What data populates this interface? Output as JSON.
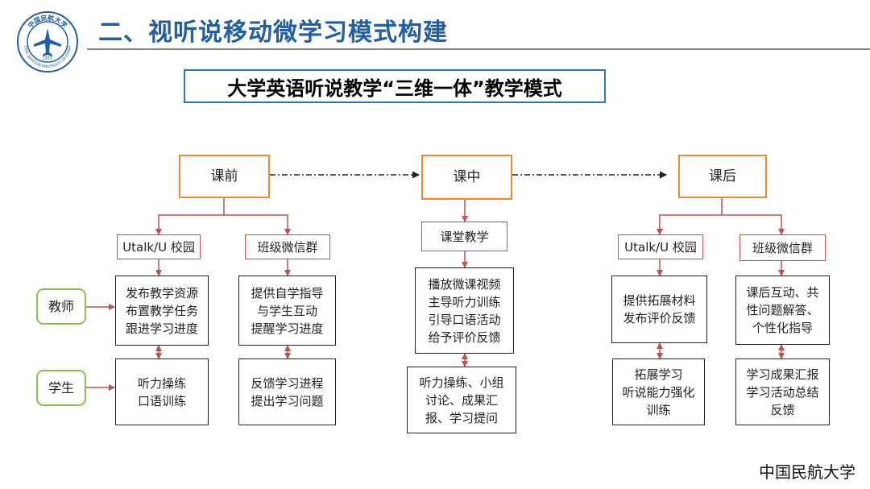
{
  "header": {
    "title": "二、视听说移动微学习模式构建",
    "logo": {
      "icon": "university-seal-icon",
      "text_top": "中国民航大学",
      "text_ring": "CIVIL AVIATION UNIVERSITY OF CHINA",
      "year": "1951"
    }
  },
  "diagram": {
    "title": "大学英语听说教学“三维一体”教学模式",
    "phases": {
      "pre": {
        "label": "课前",
        "left_platform": "Utalk/U 校园",
        "right_platform": "班级微信群",
        "left_teacher": "发布教学资源\n布置教学任务\n跟进学习进度",
        "left_student": "听力操练\n口语训练",
        "right_teacher": "提供自学指导\n与学生互动\n提醒学习进度",
        "right_student": "反馈学习进程\n提出学习问题"
      },
      "mid": {
        "label": "课中",
        "platform": "课堂教学",
        "teacher": "播放微课视频\n主导听力训练\n引导口语活动\n给予评价反馈",
        "student": "听力操练、小组\n讨论、成果汇\n报、学习提问"
      },
      "post": {
        "label": "课后",
        "left_platform": "Utalk/U 校园",
        "right_platform": "班级微信群",
        "left_teacher": "提供拓展材料\n发布评价反馈",
        "left_student": "拓展学习\n听说能力强化\n训练",
        "right_teacher": "课后互动、共\n性问题解答、\n个性化指导",
        "right_student": "学习成果汇报\n学习活动总结\n反馈"
      }
    },
    "roles": {
      "teacher": "教师",
      "student": "学生"
    },
    "colors": {
      "phase_border": "#ee8a2e",
      "platform_border": "#c0504d",
      "role_border": "#8bbf4a",
      "title_border": "#2e75b6",
      "header_text": "#1f5ea8"
    }
  },
  "footer": {
    "university": "中国民航大学"
  }
}
